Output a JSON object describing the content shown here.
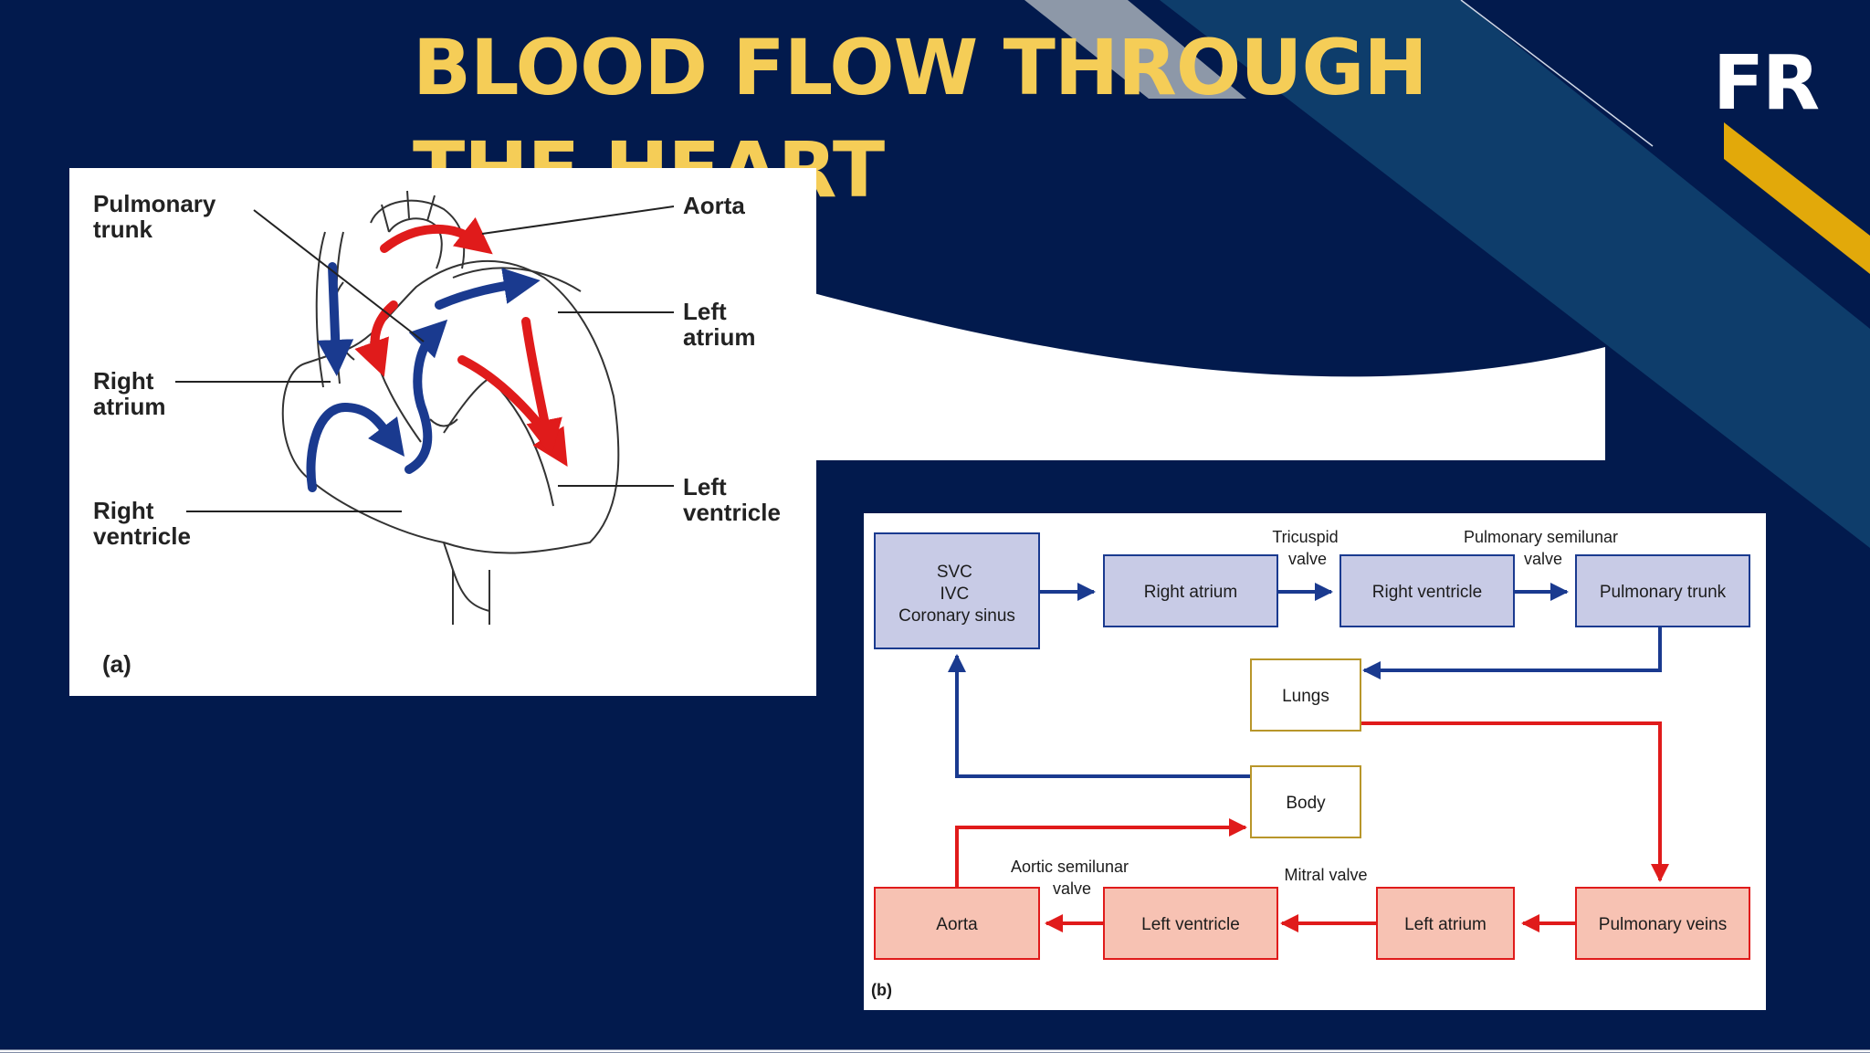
{
  "slide": {
    "title": "BLOOD FLOW THROUGH THE HEART",
    "logo": "FR",
    "colors": {
      "background": "#021a4d",
      "title": "#f5cd57",
      "stripe_blue": "#0e3d6b",
      "stripe_gold": "#e2a90a",
      "deoxygenated": "#1a3a8f",
      "oxygenated": "#e01b1b",
      "blue_box": "#c8cbe6",
      "red_box": "#f7c2b3",
      "organ_box_border": "#b8962a"
    }
  },
  "heart_diagram": {
    "labels": {
      "pulmonary_trunk": [
        "Pulmonary",
        "trunk"
      ],
      "aorta": "Aorta",
      "left_atrium": [
        "Left",
        "atrium"
      ],
      "right_atrium": [
        "Right",
        "atrium"
      ],
      "right_ventricle": [
        "Right",
        "ventricle"
      ],
      "left_ventricle": [
        "Left",
        "ventricle"
      ]
    },
    "panel_label": "(a)"
  },
  "flow_diagram": {
    "boxes": {
      "svc": [
        "SVC",
        "IVC",
        "Coronary sinus"
      ],
      "right_atrium": "Right atrium",
      "right_ventricle": "Right ventricle",
      "pulmonary_trunk": "Pulmonary trunk",
      "lungs": "Lungs",
      "body": "Body",
      "aorta": "Aorta",
      "left_ventricle": "Left ventricle",
      "left_atrium": "Left atrium",
      "pulmonary_veins": "Pulmonary veins"
    },
    "valves": {
      "tricuspid": [
        "Tricuspid",
        "valve"
      ],
      "pulmonary_semilunar": [
        "Pulmonary semilunar",
        "valve"
      ],
      "aortic_semilunar": [
        "Aortic semilunar",
        "valve"
      ],
      "mitral": "Mitral valve"
    },
    "panel_label": "(b)"
  }
}
